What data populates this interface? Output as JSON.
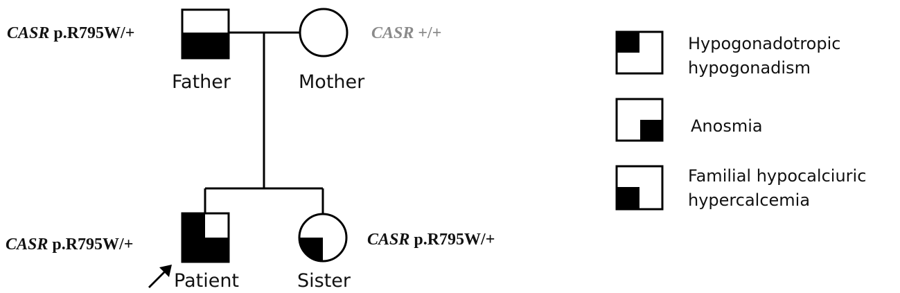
{
  "colors": {
    "affected": "#000000",
    "carrier_text": "#111111",
    "wildtype_text": "#8a8a8a"
  },
  "pedigree": {
    "father": {
      "label": "Father",
      "genotype_gene": "CASR",
      "genotype_variant": " p.R795W/+"
    },
    "mother": {
      "label": "Mother",
      "genotype_gene": "CASR",
      "genotype_variant": " +/+"
    },
    "patient": {
      "label": "Patient",
      "genotype_gene": "CASR",
      "genotype_variant": " p.R795W/+"
    },
    "sister": {
      "label": "Sister",
      "genotype_gene": "CASR",
      "genotype_variant": " p.R795W/+"
    },
    "proband_icon": "arrow-icon"
  },
  "legend": {
    "items": [
      {
        "line1": "Hypogonadotropic",
        "line2": "hypogonadism"
      },
      {
        "line1": "Anosmia"
      },
      {
        "line1": "Familial hypocalciuric",
        "line2": "hypercalcemia"
      }
    ]
  }
}
